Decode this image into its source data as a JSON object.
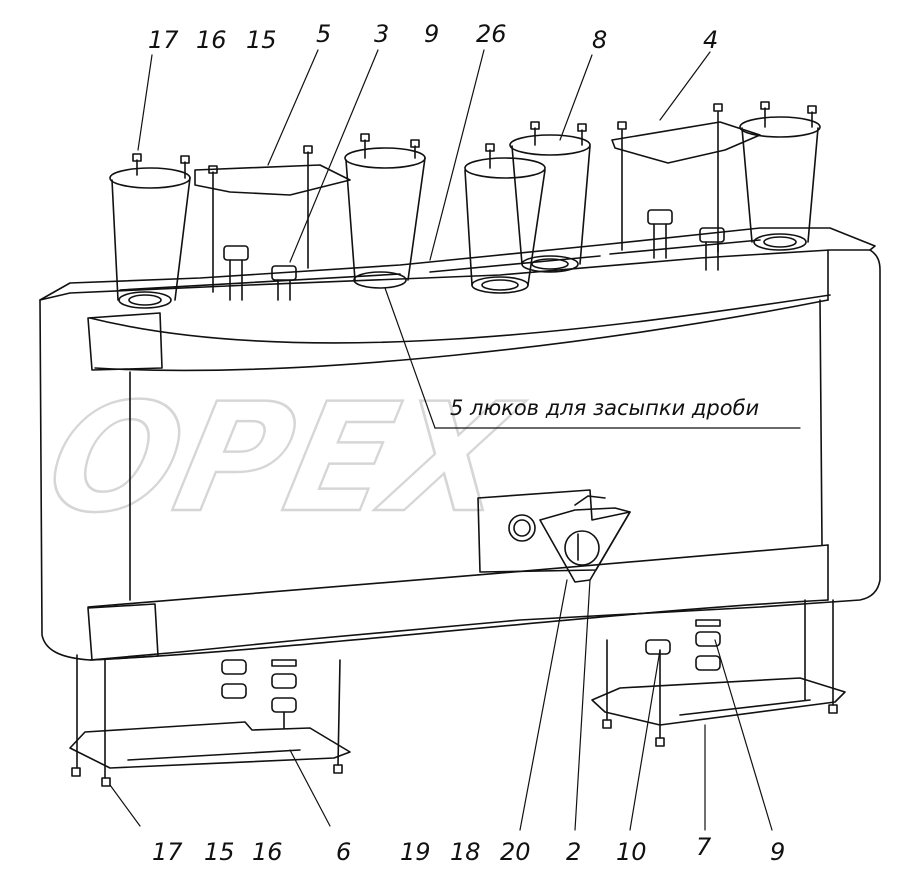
{
  "diagram": {
    "top_labels": [
      "17",
      "16",
      "15",
      "5",
      "3",
      "9",
      "26",
      "8",
      "4"
    ],
    "bottom_labels": [
      "17",
      "15",
      "16",
      "6",
      "19",
      "18",
      "20",
      "2",
      "10",
      "7",
      "9"
    ],
    "annotation": "5 люков для засыпки дроби",
    "watermark": "OPEX"
  }
}
